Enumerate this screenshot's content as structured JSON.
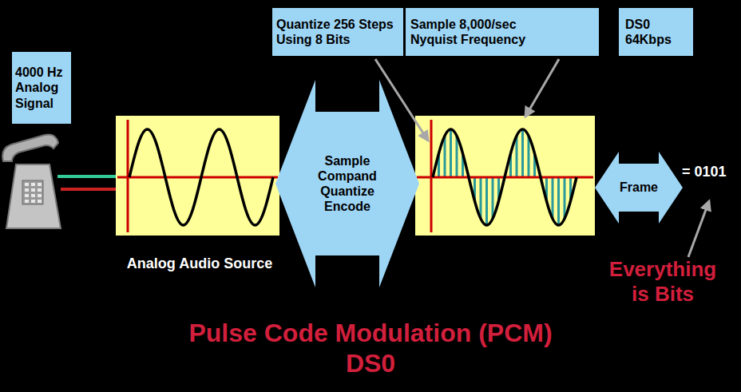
{
  "diagram": {
    "title": "Pulse Code Modulation (PCM) DS0",
    "nodes": [
      {
        "text": [
          "Quantize 256 Steps Using 8 Bits"
        ]
      },
      {
        "text": [
          "Sample 8,000/sec Nyquist Frequency"
        ]
      },
      {
        "text": [
          "DS0 64Kbps"
        ]
      },
      {
        "text": [
          "4000 Hz Analog Signal"
        ]
      },
      {
        "text": [
          "Sample Compand Quantize Encode"
        ]
      },
      {
        "text": [
          "Frame"
        ]
      }
    ],
    "labels": [
      "Analog Audio Source",
      "= 0101",
      "Everything is Bits"
    ]
  }
}
